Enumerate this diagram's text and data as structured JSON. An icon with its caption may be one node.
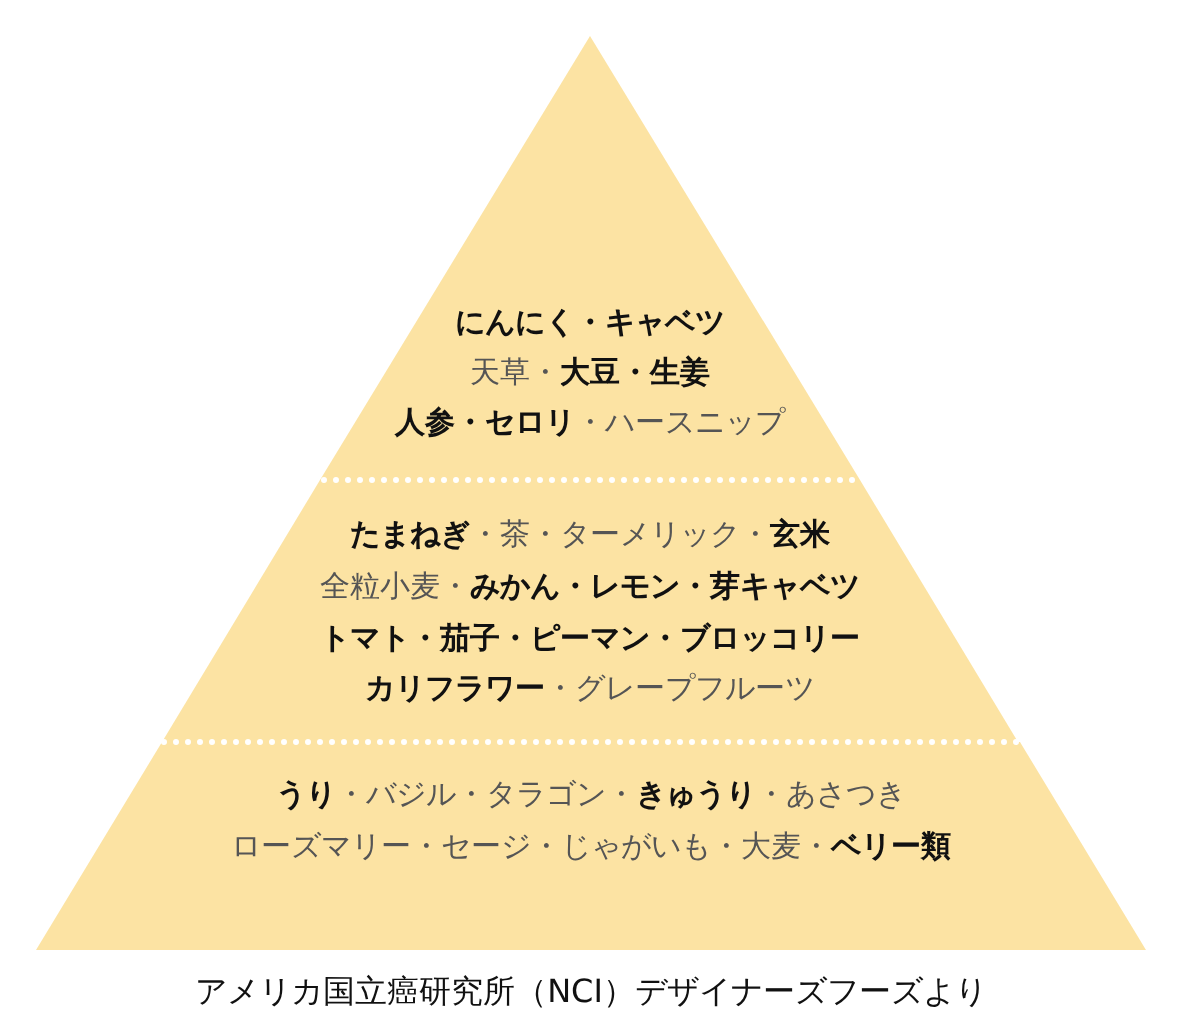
{
  "diagram": {
    "caption": "アメリカ国立癌研究所（NCI）デザイナーズフーズより",
    "nodes": [
      {
        "text": [
          "にんにく・キャベツ",
          "天草・**大豆・生姜**",
          "**人参・セロリ**・ハースニップ"
        ]
      },
      {
        "text": [
          "**たまねぎ**・茶・ターメリック・**玄米**",
          "全粒小麦・**みかん・レモン・芽キャベツ**",
          "トマト・茄子・ピーマン・ブロッコリー",
          "**カリフラワー**・グレープフルーツ"
        ]
      },
      {
        "text": [
          "**うり**・バジル・タラゴン・**きゅうり**・あさつき",
          "ローズマリー・セージ・じゃがいも・大麦・**ベリー類**"
        ]
      }
    ]
  }
}
